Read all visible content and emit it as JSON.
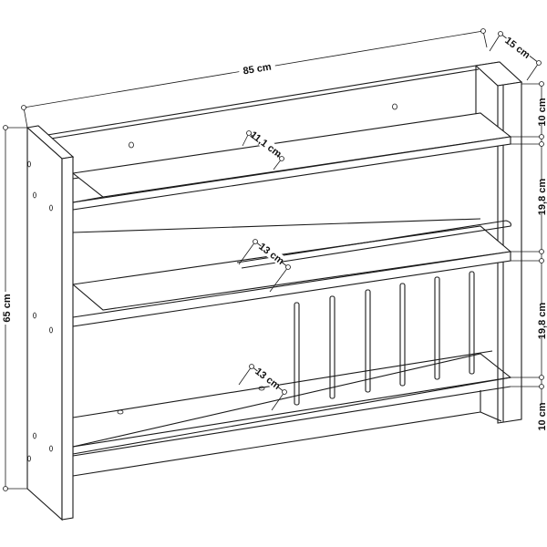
{
  "diagram": {
    "subject": "wall-mounted plate rack shelf",
    "style": "technical line drawing",
    "stroke_color": "#1a1a1a",
    "background": "#ffffff"
  },
  "dimensions": {
    "width": "85 cm",
    "depth": "15 cm",
    "height": "65 cm",
    "top_section": "10 cm",
    "upper_gap": "19,8 cm",
    "lower_gap": "19,8 cm",
    "bottom_section": "10 cm",
    "top_shelf_depth": "11,1 cm",
    "middle_shelf_depth": "13 cm",
    "bottom_shelf_depth": "13 cm"
  },
  "components": {
    "shelves": 3,
    "dowel_rods": 6,
    "front_rail": 1,
    "side_panels": 2
  }
}
